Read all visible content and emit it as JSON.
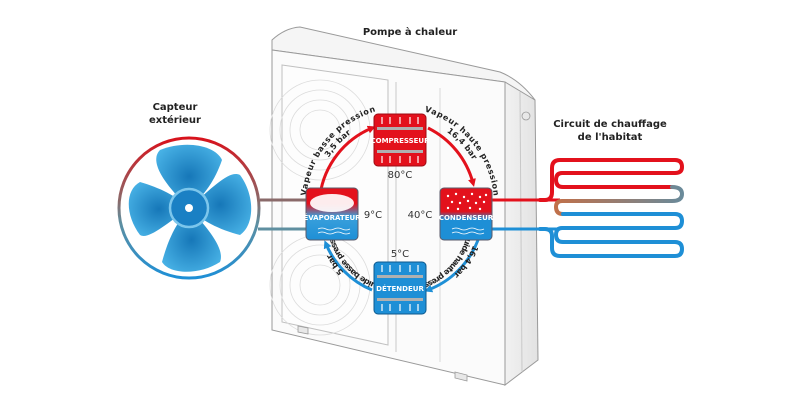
{
  "title": "Pompe à chaleur",
  "labels": {
    "sensor_line1": "Capteur",
    "sensor_line2": "extérieur",
    "circuit_line1": "Circuit de chauffage",
    "circuit_line2": "de l'habitat"
  },
  "components": {
    "compressor": "COMPRESSEUR",
    "condenser": "CONDENSEUR",
    "expander": "DÉTENDEUR",
    "evaporator": "ÉVAPORATEUR"
  },
  "temperatures": {
    "compressor": "80°C",
    "condenser": "40°C",
    "expander": "5°C",
    "evaporator": "9°C"
  },
  "arcs": {
    "top_left": {
      "line1": "Vapeur basse pression",
      "line2": "3,5 bar"
    },
    "top_right": {
      "line1": "Vapeur haute pression",
      "line2": "16,4 bar"
    },
    "bottom_right": {
      "line1": "Liquide haute pression",
      "line2": "16,4 bar"
    },
    "bottom_left": {
      "line1": "Liquide basse pression",
      "line2": "5 bar"
    }
  },
  "colors": {
    "hot": "#e3111c",
    "cold": "#1e8fd6",
    "fan_blue": "#2a9bd8",
    "housing_stroke": "#9a9a9a",
    "text": "#222222"
  }
}
